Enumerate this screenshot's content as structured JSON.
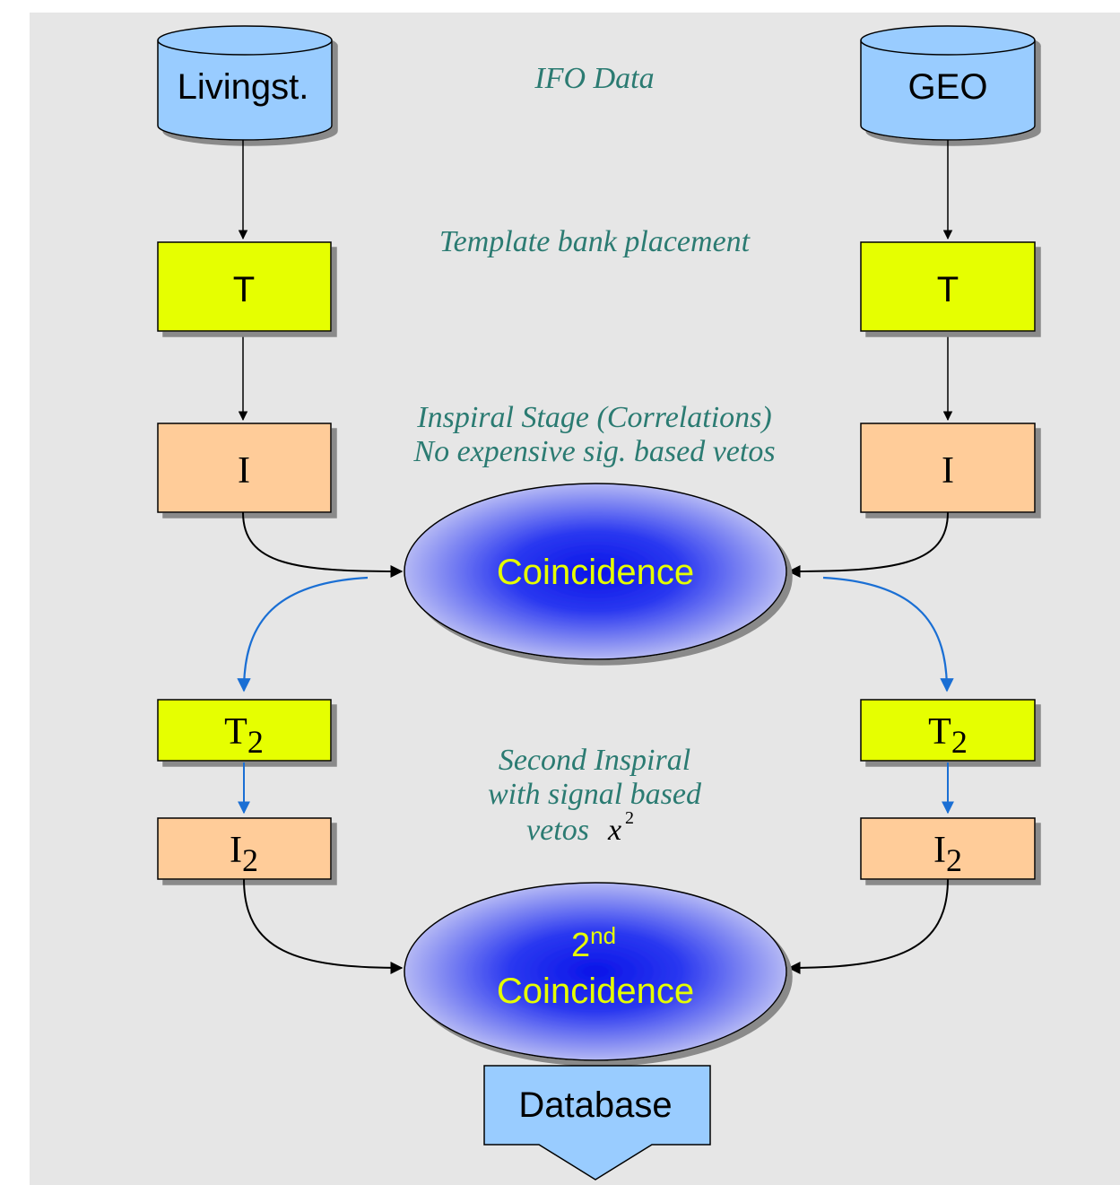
{
  "sources": {
    "left": "Livingst.",
    "right": "GEO"
  },
  "stages": {
    "ifo_data": "IFO Data",
    "template_bank": "Template bank placement",
    "inspiral_line1": "Inspiral Stage (Correlations)",
    "inspiral_line2": "No expensive sig. based vetos",
    "second_line1": "Second Inspiral",
    "second_line2": "with signal based",
    "second_line3": "vetos",
    "chi_symbol": "x",
    "chi_sup": "2"
  },
  "boxes": {
    "template": "T",
    "inspiral": "I",
    "template2_base": "T",
    "template2_sub": "2",
    "inspiral2_base": "I",
    "inspiral2_sub": "2"
  },
  "coincidence": {
    "first": "Coincidence",
    "second_prefix": "2",
    "second_sup": "nd",
    "second_word": "Coincidence"
  },
  "database": "Database",
  "colors": {
    "cylinder": "#99ccff",
    "template_box": "#e6ff00",
    "inspiral_box": "#ffcc99",
    "ellipse_text": "#e6ff00",
    "stage_text": "#2b7b72",
    "blue_arrow": "#1a6fd4",
    "database_box": "#99ccff"
  }
}
